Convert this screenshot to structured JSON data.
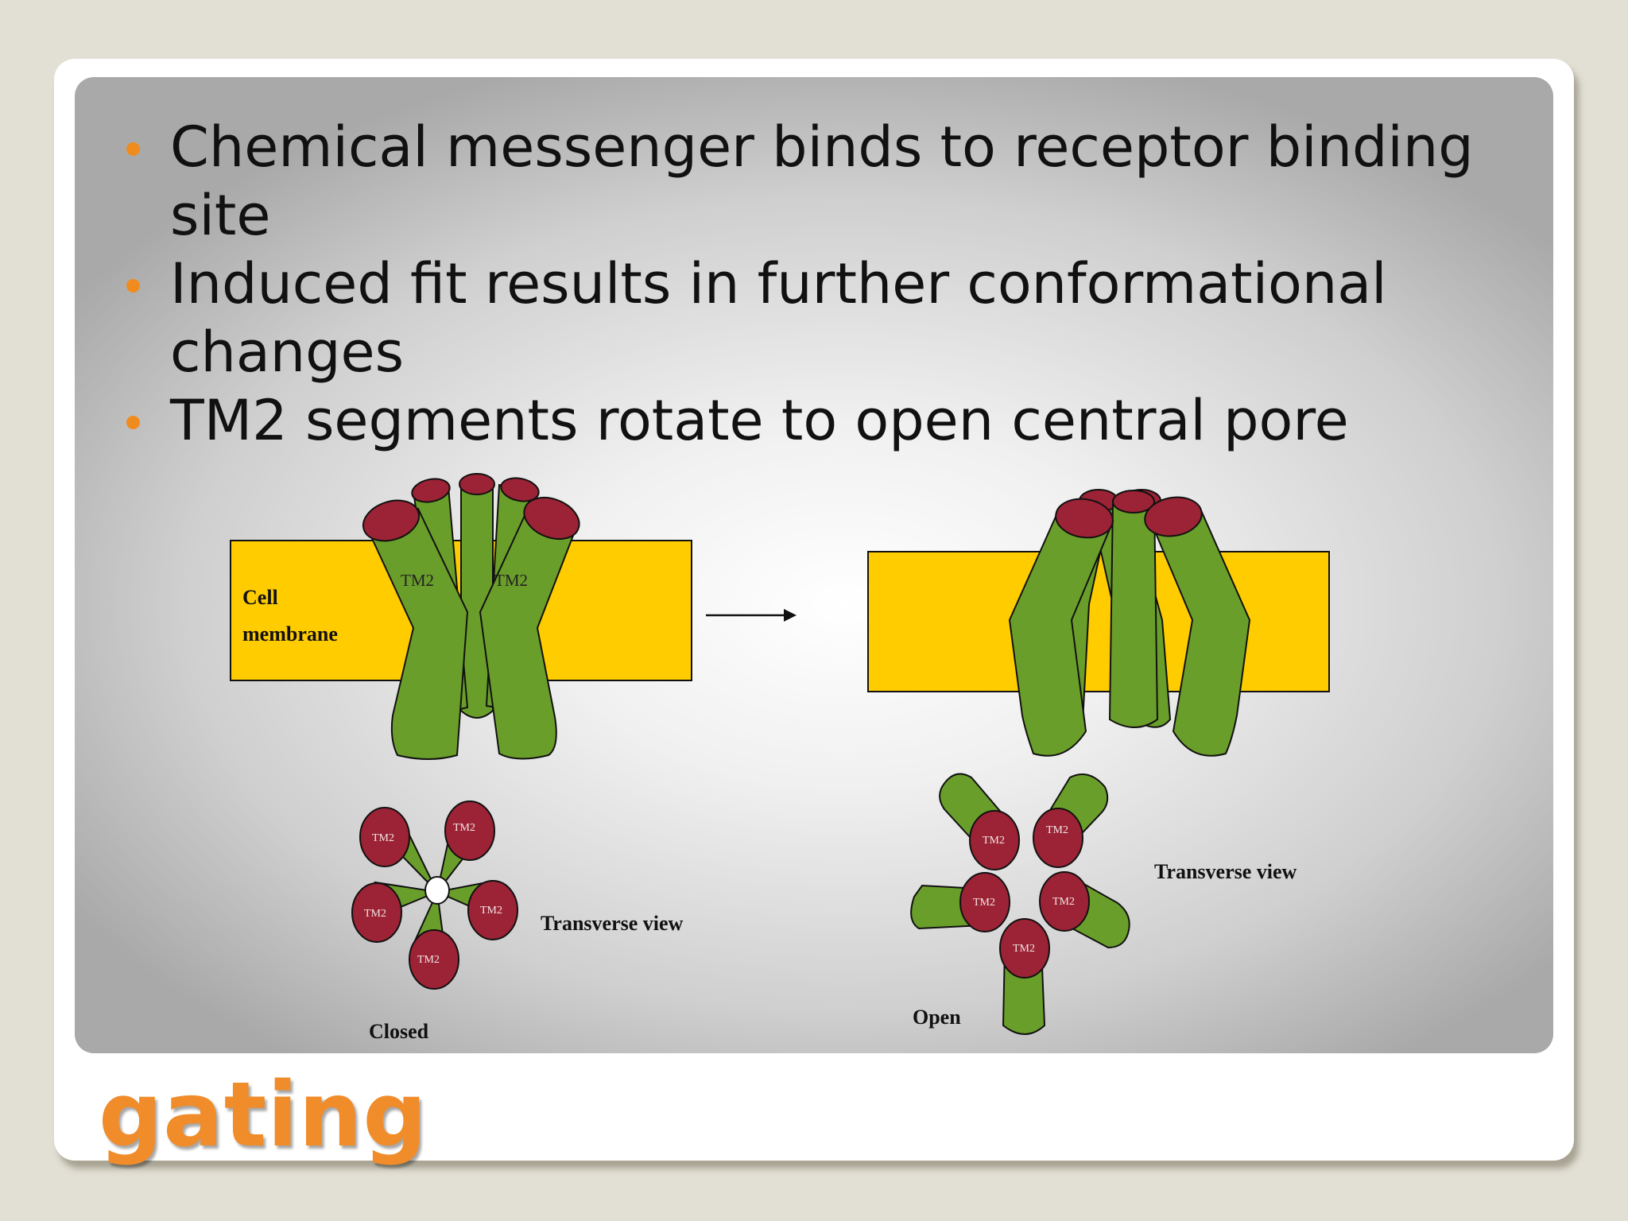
{
  "slide": {
    "title": "gating",
    "bullets": [
      "Chemical messenger binds to receptor binding site",
      " Induced fit results in further conformational changes",
      " TM2 segments rotate to open central pore"
    ]
  },
  "diagram": {
    "membrane_label_line1": "Cell",
    "membrane_label_line2": "membrane",
    "segment_label": "TM2",
    "transverse_label": "Transverse view",
    "closed_label": "Closed",
    "open_label": "Open"
  },
  "colors": {
    "accent": "#f08c1e",
    "membrane": "#ffcc00",
    "helix": "#6a9e2a",
    "helix_top": "#9b2335"
  }
}
